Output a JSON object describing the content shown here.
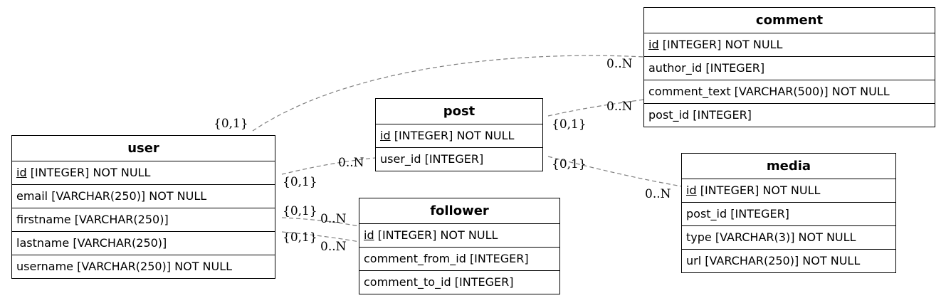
{
  "entities": {
    "comment": {
      "name": "comment",
      "fields": [
        {
          "pk": "id",
          "rest": " [INTEGER] NOT NULL"
        },
        {
          "text": "author_id [INTEGER]"
        },
        {
          "text": "comment_text [VARCHAR(500)] NOT NULL"
        },
        {
          "text": "post_id [INTEGER]"
        }
      ]
    },
    "post": {
      "name": "post",
      "fields": [
        {
          "pk": "id",
          "rest": " [INTEGER] NOT NULL"
        },
        {
          "text": "user_id [INTEGER]"
        }
      ]
    },
    "user": {
      "name": "user",
      "fields": [
        {
          "pk": "id",
          "rest": " [INTEGER] NOT NULL"
        },
        {
          "text": "email [VARCHAR(250)] NOT NULL"
        },
        {
          "text": "firstname [VARCHAR(250)]"
        },
        {
          "text": "lastname [VARCHAR(250)]"
        },
        {
          "text": "username [VARCHAR(250)] NOT NULL"
        }
      ]
    },
    "follower": {
      "name": "follower",
      "fields": [
        {
          "pk": "id",
          "rest": " [INTEGER] NOT NULL"
        },
        {
          "text": "comment_from_id [INTEGER]"
        },
        {
          "text": "comment_to_id [INTEGER]"
        }
      ]
    },
    "media": {
      "name": "media",
      "fields": [
        {
          "pk": "id",
          "rest": " [INTEGER] NOT NULL"
        },
        {
          "text": "post_id [INTEGER]"
        },
        {
          "text": "type [VARCHAR(3)] NOT NULL"
        },
        {
          "text": "url [VARCHAR(250)] NOT NULL"
        }
      ]
    }
  },
  "relationships": [
    {
      "from": "user",
      "to": "comment",
      "from_card": "{0,1}",
      "to_card": "0..N"
    },
    {
      "from": "post",
      "to": "comment",
      "from_card": "{0,1}",
      "to_card": "0..N"
    },
    {
      "from": "user",
      "to": "post",
      "from_card": "{0,1}",
      "to_card": "0..N"
    },
    {
      "from": "post",
      "to": "media",
      "from_card": "{0,1}",
      "to_card": "0..N"
    },
    {
      "from": "user",
      "to": "follower",
      "from_card": "{0,1}",
      "to_card": "0..N"
    },
    {
      "from": "user",
      "to": "follower",
      "from_card": "{0,1}",
      "to_card": "0..N"
    }
  ],
  "colors": {
    "edge": "#808080",
    "border": "#000000"
  }
}
